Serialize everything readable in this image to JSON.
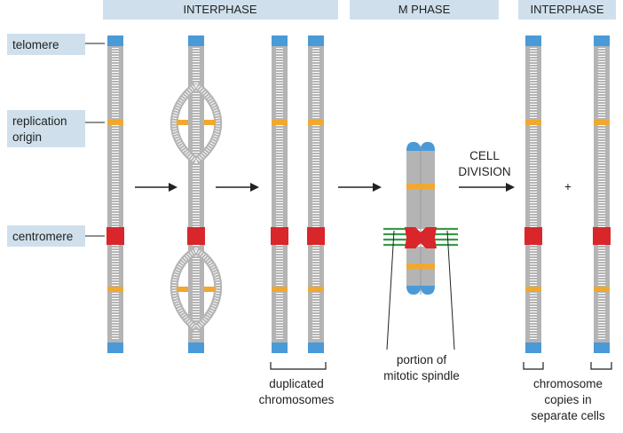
{
  "headers": {
    "interphase_left": "INTERPHASE",
    "m_phase": "M PHASE",
    "interphase_right": "INTERPHASE"
  },
  "labels": {
    "telomere": "telomere",
    "replication_origin_line1": "replication",
    "replication_origin_line2": "origin",
    "centromere": "centromere",
    "cell_division_line1": "CELL",
    "cell_division_line2": "DIVISION",
    "plus": "+",
    "duplicated_line1": "duplicated",
    "duplicated_line2": "chromosomes",
    "spindle_line1": "portion of",
    "spindle_line2": "mitotic spindle",
    "copies_line1": "chromosome",
    "copies_line2": "copies in",
    "copies_line3": "separate cells"
  },
  "colors": {
    "header_bg": "#cfe0ec",
    "chromosome_gray": "#b4b4b4",
    "telomere_blue": "#4a9ad8",
    "origin_orange": "#f0a830",
    "centromere_red": "#d8262a",
    "spindle_green": "#3a9a48",
    "arrow": "#222222"
  }
}
